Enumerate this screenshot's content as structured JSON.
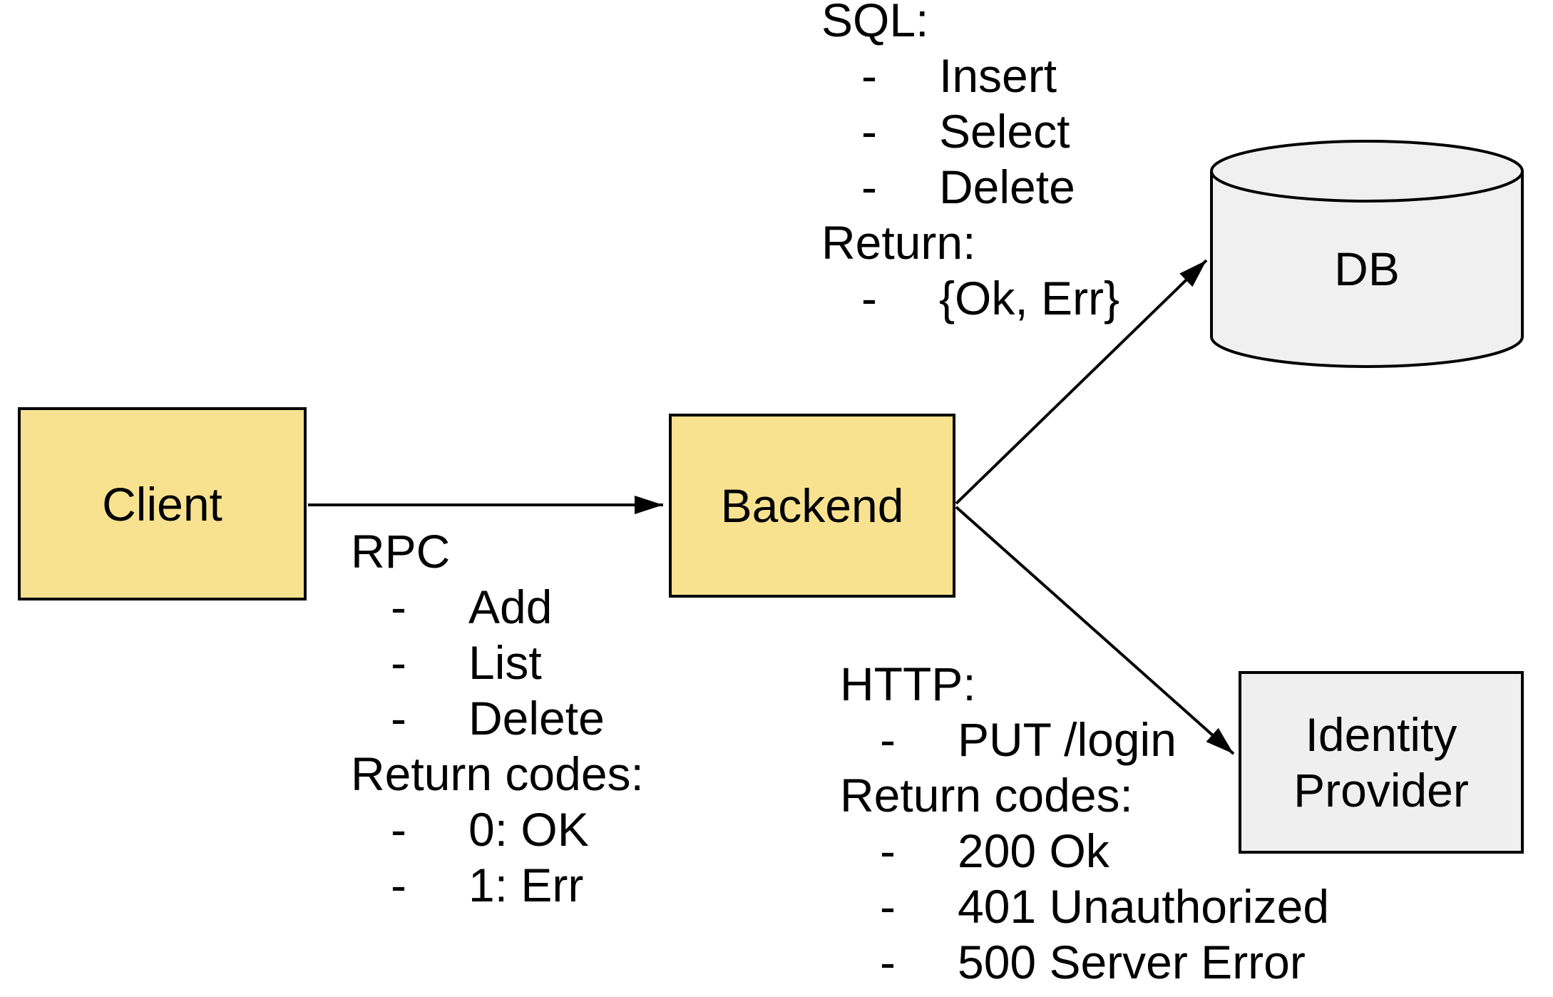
{
  "nodes": {
    "client": {
      "label": "Client"
    },
    "backend": {
      "label": "Backend"
    },
    "db": {
      "label": "DB"
    },
    "idp": {
      "label_line1": "Identity",
      "label_line2": "Provider"
    }
  },
  "edges": {
    "client_to_backend": "Client to Backend (RPC)",
    "backend_to_db": "Backend to DB (SQL)",
    "backend_to_idp": "Backend to Identity Provider (HTTP)"
  },
  "notes": {
    "dash": "-",
    "sql": {
      "heading": "SQL:",
      "items": [
        "Insert",
        "Select",
        "Delete"
      ],
      "return_heading": "Return:",
      "return_items": [
        "{Ok, Err}"
      ]
    },
    "rpc": {
      "heading": "RPC",
      "items": [
        "Add",
        "List",
        "Delete"
      ],
      "return_heading": "Return codes:",
      "return_items": [
        "0: OK",
        "1: Err"
      ]
    },
    "http": {
      "heading": "HTTP:",
      "items": [
        "PUT /login"
      ],
      "return_heading": "Return codes:",
      "return_items": [
        "200 Ok",
        "401 Unauthorized",
        "500 Server Error"
      ]
    }
  },
  "colors": {
    "node_yellow": "#f8e28f",
    "node_gray": "#efefef",
    "cylinder_gray": "#f0f0f0",
    "stroke": "#000000",
    "text": "#000000",
    "background": "#ffffff"
  }
}
